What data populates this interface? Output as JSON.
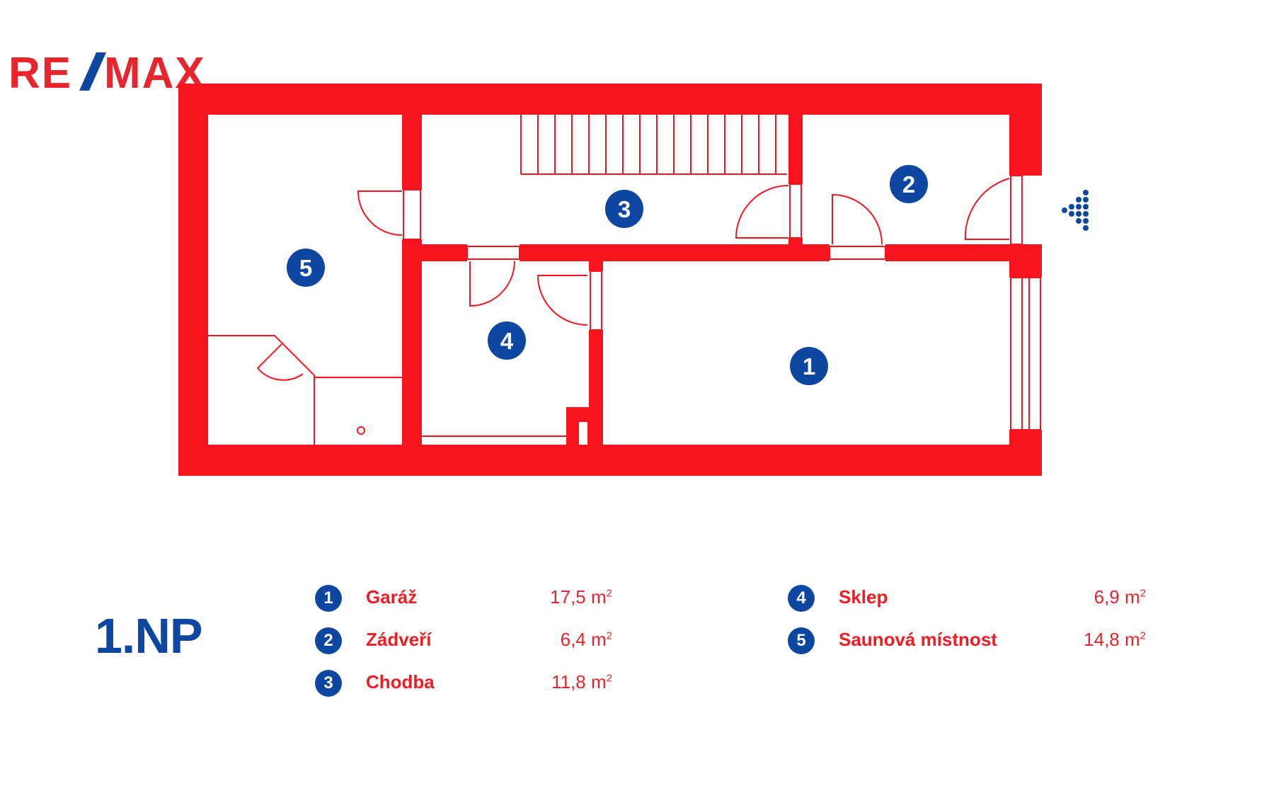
{
  "brand": {
    "logo_text": "RE/MAX",
    "red": "#e8242c",
    "blue": "#0d47a1"
  },
  "floor_label": "1.NP",
  "colors": {
    "wall": "#f7141f",
    "fixture": "#f7141f",
    "badge": "#0d47a1",
    "text_red": "#f01c24",
    "text_area": "#e8242c"
  },
  "rooms": [
    {
      "num": "1",
      "name": "Garáž",
      "area": "17,5 m",
      "unit_sup": "2"
    },
    {
      "num": "2",
      "name": "Zádveří",
      "area": "6,4 m",
      "unit_sup": "2"
    },
    {
      "num": "3",
      "name": "Chodba",
      "area": "11,8 m",
      "unit_sup": "2"
    },
    {
      "num": "4",
      "name": "Sklep",
      "area": "6,9 m",
      "unit_sup": "2"
    },
    {
      "num": "5",
      "name": "Saunová místnost",
      "area": "14,8 m",
      "unit_sup": "2"
    }
  ],
  "icons": {
    "entrance": "entrance-arrow-icon"
  }
}
